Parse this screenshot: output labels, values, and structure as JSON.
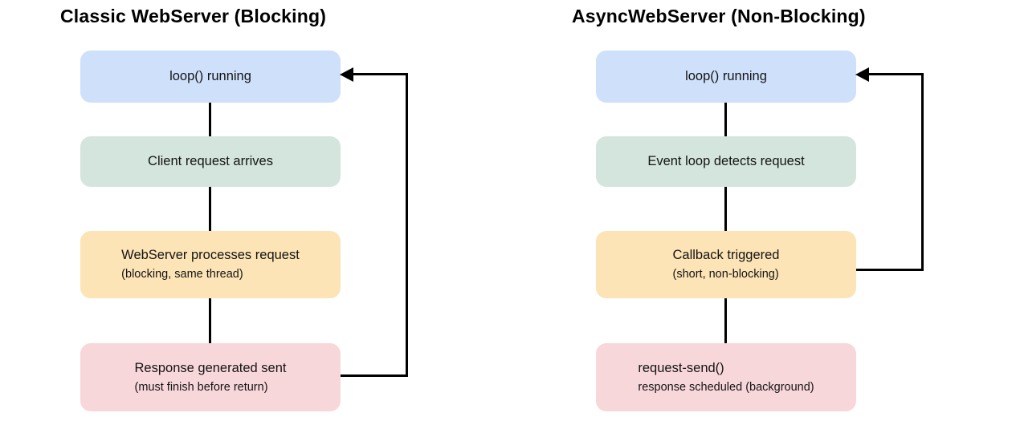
{
  "colors": {
    "node_blue": "#cfe0fb",
    "node_green": "#d3e5dc",
    "node_orange": "#fce4b6",
    "node_pink": "#f8d7db",
    "line": "#000000",
    "background": "#ffffff",
    "text": "#141414"
  },
  "panels": [
    {
      "title": "Classic WebServer (Blocking)",
      "nodes": [
        {
          "label": "loop() running",
          "sub": ""
        },
        {
          "label": "Client request arrives",
          "sub": ""
        },
        {
          "label": "WebServer processes request",
          "sub": "(blocking, same thread)"
        },
        {
          "label": "Response generated sent",
          "sub": "(must finish before return)"
        }
      ]
    },
    {
      "title": "AsyncWebServer (Non-Blocking)",
      "nodes": [
        {
          "label": "loop() running",
          "sub": ""
        },
        {
          "label": "Event loop detects request",
          "sub": ""
        },
        {
          "label": "Callback triggered",
          "sub": "(short, non-blocking)"
        },
        {
          "label": "request-send()",
          "sub": "response scheduled (background)"
        }
      ]
    }
  ]
}
